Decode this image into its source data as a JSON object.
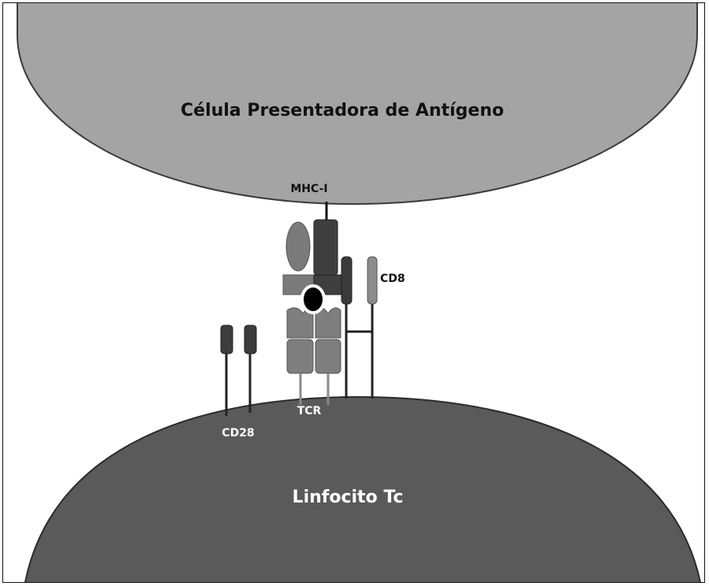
{
  "labels": {
    "apc": "Célula Presentadora de Antígeno",
    "mhc": "MHC-I",
    "cd8": "CD8",
    "tcr": "TCR",
    "cd28": "CD28",
    "tc": "Linfocito Tc"
  },
  "colors": {
    "apc_fill": "#a4a4a4",
    "tc_fill": "#5a5a5a",
    "mhc_dark": "#3f3f3f",
    "mhc_light": "#7a7a7a",
    "tcr_fill": "#7e7e7e",
    "cd8_light": "#8c8c8c",
    "cd28_fill": "#3c3c3c",
    "peptide": "#000000"
  }
}
